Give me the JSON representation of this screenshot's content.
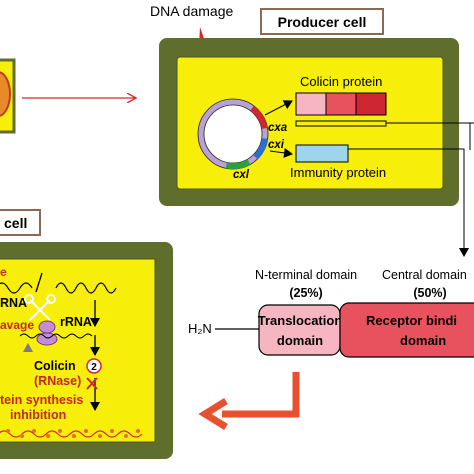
{
  "labels": {
    "dna_damage": "DNA damage",
    "producer_cell": "Producer cell",
    "target_cell": "cell",
    "colicin_protein": "Colicin protein",
    "immunity_protein": "Immunity protein",
    "gene_cxa": "cxa",
    "gene_cxi": "cxi",
    "gene_cxl": "cxl",
    "rna_frag": "RNA",
    "rrna": "rRNA",
    "cleavage": "avage",
    "colicin": "Colicin",
    "rnase": "(RNase)",
    "step_num": "2",
    "synthesis": "tein synthesis",
    "inhibition": "inhibition",
    "e_frag": "e",
    "n_terminal": "N-terminal domain",
    "n_terminal_pct": "(25%)",
    "central": "Central domain",
    "central_pct": "(50%)",
    "h2n": "H₂N",
    "translocation_1": "Translocation",
    "translocation_2": "domain",
    "receptor_1": "Receptor bindi",
    "receptor_2": "domain"
  },
  "colors": {
    "cell_wall": "#5f6e2c",
    "cytoplasm": "#f7ee0a",
    "red": "#d9262b",
    "translocation": "#f6b6c1",
    "receptor": "#e8525e",
    "immunity": "#9fd5ea",
    "gene_cxa_color": "#ce2633",
    "gene_cxi_color": "#2c6fd1",
    "gene_cxl_color": "#2ea043",
    "plasmid": "#b7a1d6"
  }
}
